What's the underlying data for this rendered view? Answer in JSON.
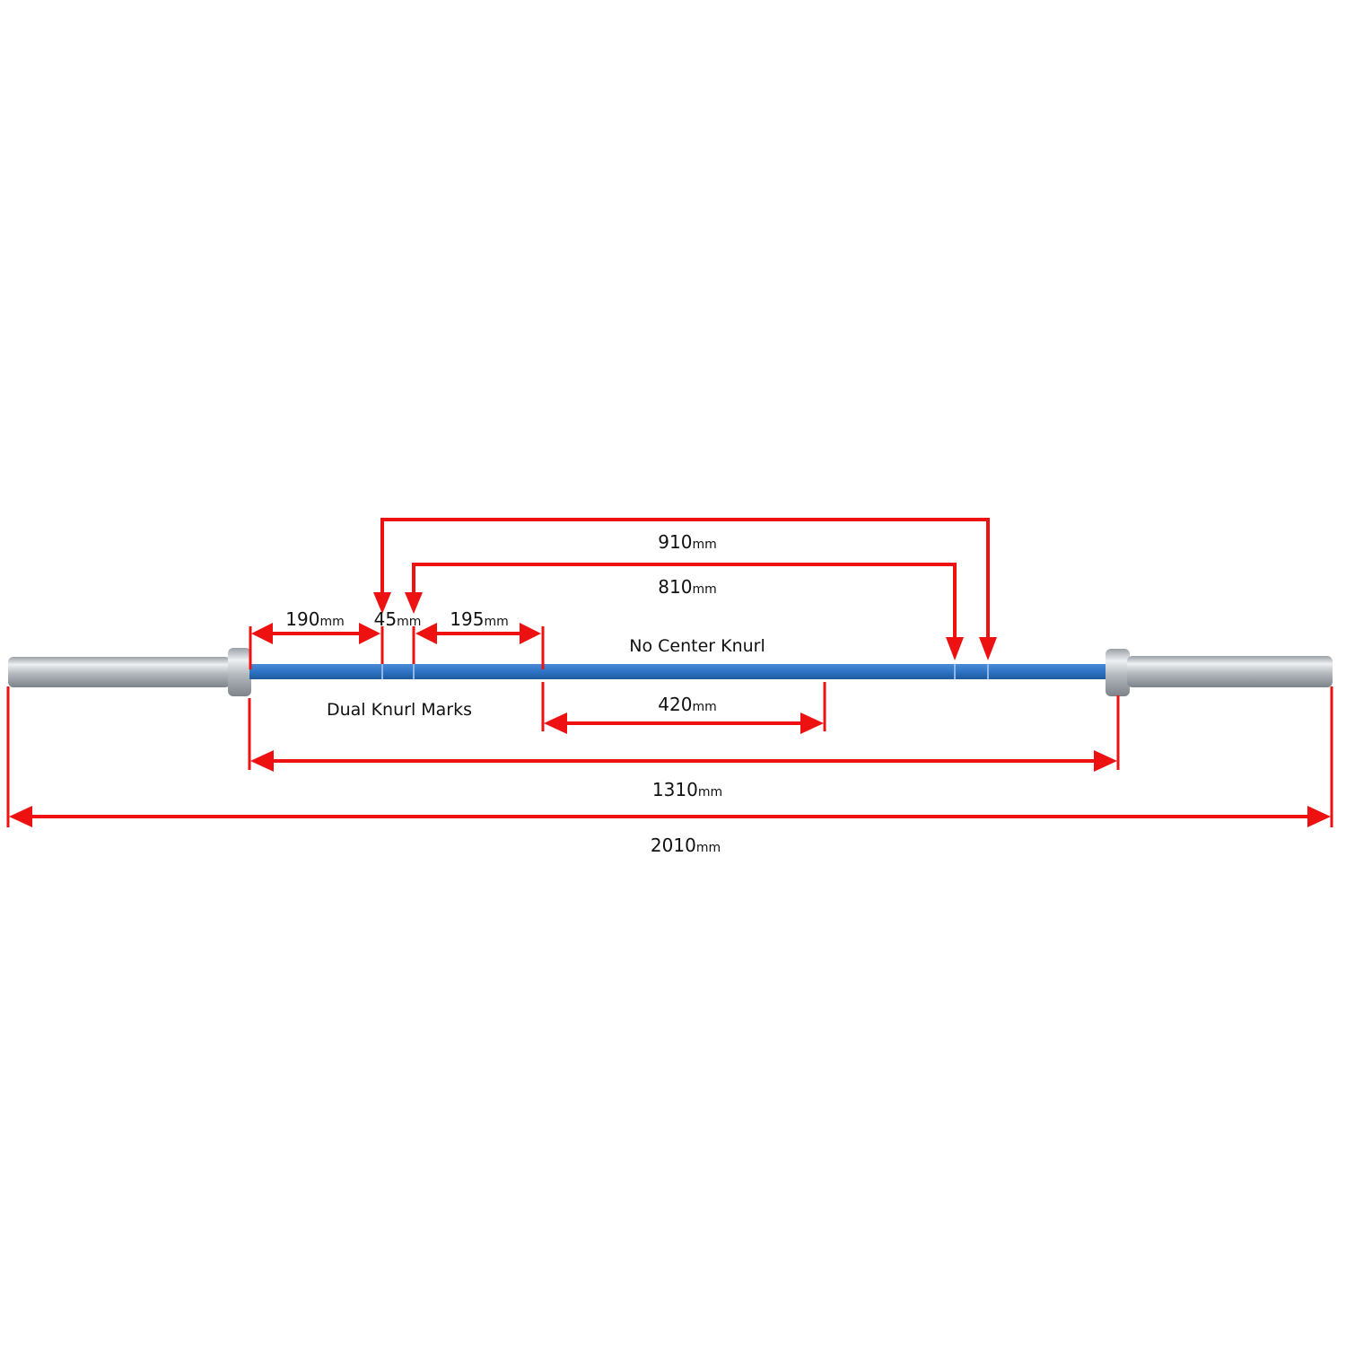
{
  "colors": {
    "dimension": "#ee1111",
    "shaft": "#2e74c4",
    "sleeve": "#c8ccd0"
  },
  "unit": "mm",
  "dimensions": {
    "d910": "910",
    "d810": "810",
    "d190": "190",
    "d45": "45",
    "d195": "195",
    "d420": "420",
    "d1310": "1310",
    "d2010": "2010"
  },
  "labels": {
    "center": "No Center Knurl",
    "marks": "Dual Knurl Marks"
  }
}
